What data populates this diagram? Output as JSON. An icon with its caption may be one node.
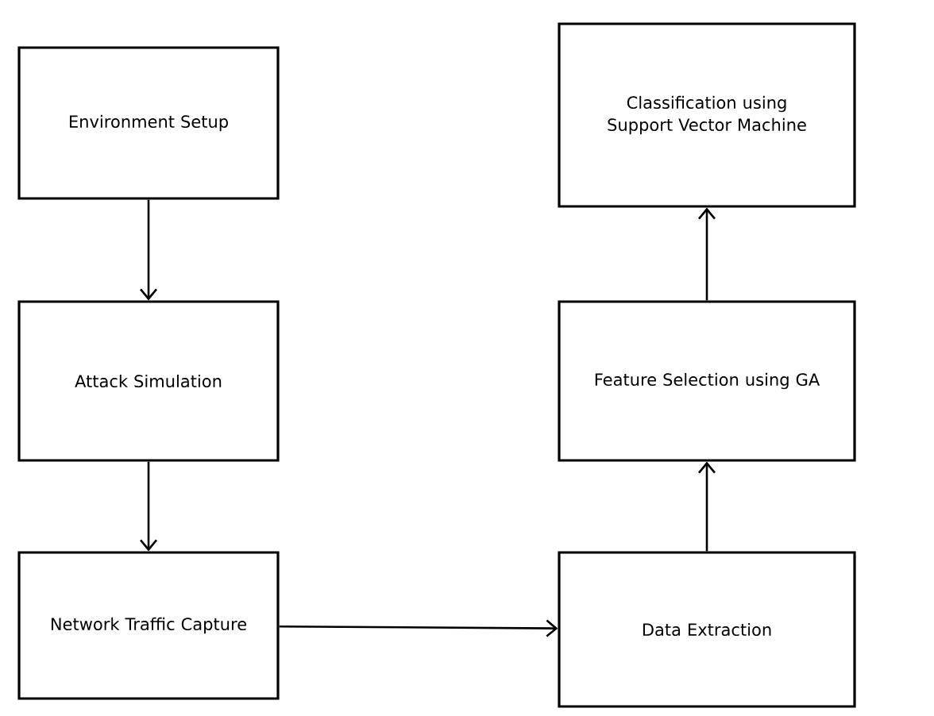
{
  "diagram": {
    "nodes": [
      {
        "text": [
          "Environment Setup"
        ]
      },
      {
        "text": [
          "Attack Simulation"
        ]
      },
      {
        "text": [
          "Network Traffic Capture"
        ]
      },
      {
        "text": [
          "Data Extraction"
        ]
      },
      {
        "text": [
          "Feature Selection using GA"
        ]
      },
      {
        "text": [
          "Classification using Support Vector Machine"
        ]
      }
    ],
    "edges": [
      {
        "from": 0,
        "to": 1,
        "arrow": "to"
      },
      {
        "from": 1,
        "to": 2,
        "arrow": "to"
      },
      {
        "from": 2,
        "to": 3,
        "arrow": "to"
      },
      {
        "from": 3,
        "to": 4,
        "arrow": "to"
      },
      {
        "from": 4,
        "to": 5,
        "arrow": "to"
      }
    ]
  }
}
